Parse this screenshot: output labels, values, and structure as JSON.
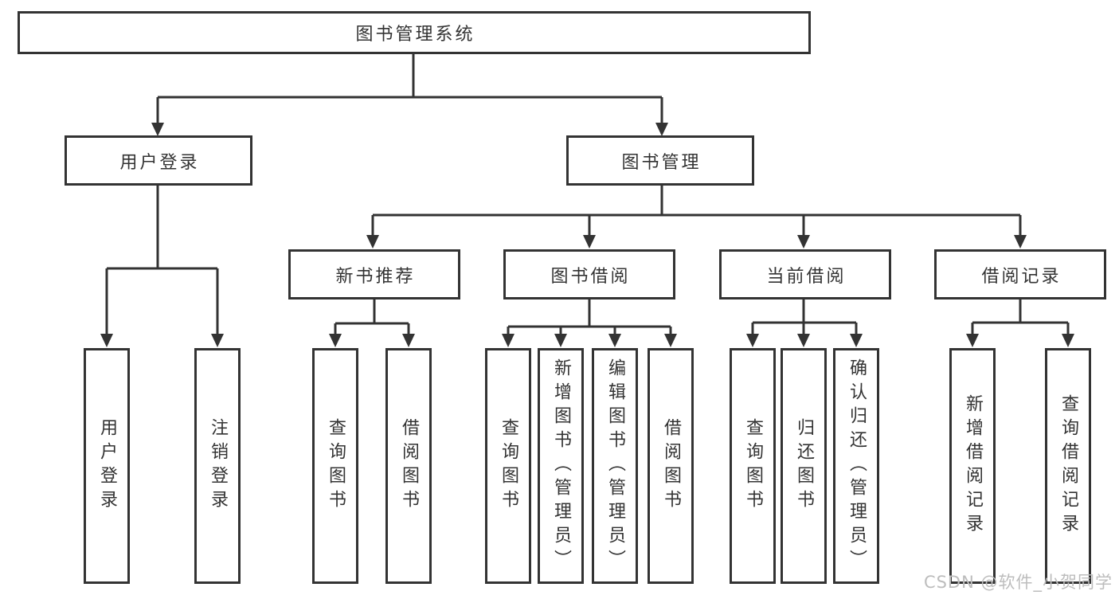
{
  "title": "图书管理系统",
  "watermark": {
    "text": "CSDN @软件_小贺同学",
    "color": "#bdbdbd"
  },
  "colors": {
    "line": "#333333",
    "text": "#333333",
    "box_fill": "#ffffff",
    "background": "#ffffff"
  },
  "tree": {
    "root": {
      "label": "图书管理系统"
    },
    "branches": [
      {
        "label": "用户登录",
        "children": [
          {
            "label": "用户登录"
          },
          {
            "label": "注销登录"
          }
        ]
      },
      {
        "label": "图书管理",
        "children": [
          {
            "label": "新书推荐",
            "children": [
              {
                "label": "查询图书"
              },
              {
                "label": "借阅图书"
              }
            ]
          },
          {
            "label": "图书借阅",
            "children": [
              {
                "label": "查询图书"
              },
              {
                "label": "新增图书（管理员）"
              },
              {
                "label": "编辑图书（管理员）"
              },
              {
                "label": "借阅图书"
              }
            ]
          },
          {
            "label": "当前借阅",
            "children": [
              {
                "label": "查询图书"
              },
              {
                "label": "归还图书"
              },
              {
                "label": "确认归还（管理员）"
              }
            ]
          },
          {
            "label": "借阅记录",
            "children": [
              {
                "label": "新增借阅记录"
              },
              {
                "label": "查询借阅记录"
              }
            ]
          }
        ]
      }
    ]
  }
}
